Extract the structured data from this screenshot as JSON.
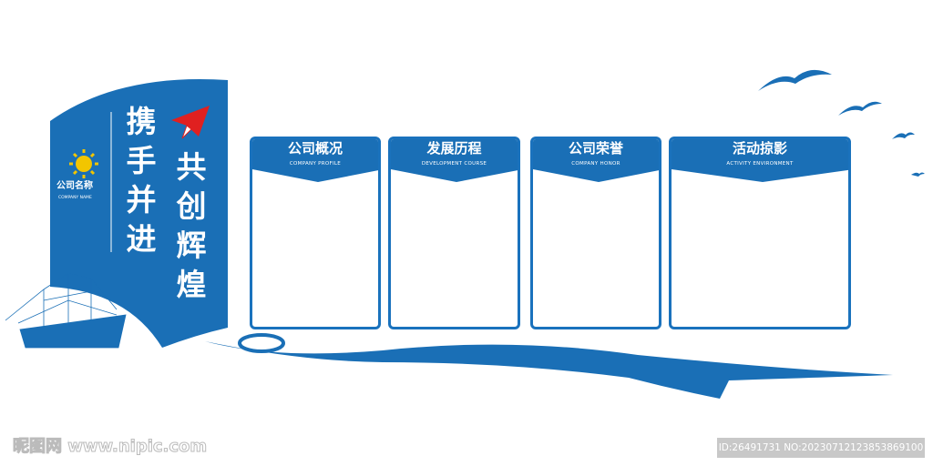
{
  "colors": {
    "brand_blue": "#1a6fb6",
    "accent_red": "#e02020",
    "sun_yellow": "#f2c500"
  },
  "banner": {
    "slogan_left": [
      "携",
      "手",
      "并",
      "进"
    ],
    "slogan_right": [
      "共",
      "创",
      "辉",
      "煌"
    ],
    "company_name": "公司名称",
    "company_name_en": "COMPANY NAME",
    "icons": [
      "sun-logo-icon",
      "paper-plane-icon",
      "sailing-ship-icon",
      "seagull-icon"
    ]
  },
  "panels": [
    {
      "title": "公司概况",
      "subtitle": "COMPANY PROFILE"
    },
    {
      "title": "发展历程",
      "subtitle": "DEVELOPMENT COURSE"
    },
    {
      "title": "公司荣誉",
      "subtitle": "COMPANY HONOR"
    },
    {
      "title": "活动掠影",
      "subtitle": "ACTIVITY ENVIRONMENT"
    }
  ],
  "watermark": {
    "site": "昵图网 www.nipic.com",
    "id_text": "ID:26491731 NO:20230712123853869100"
  }
}
